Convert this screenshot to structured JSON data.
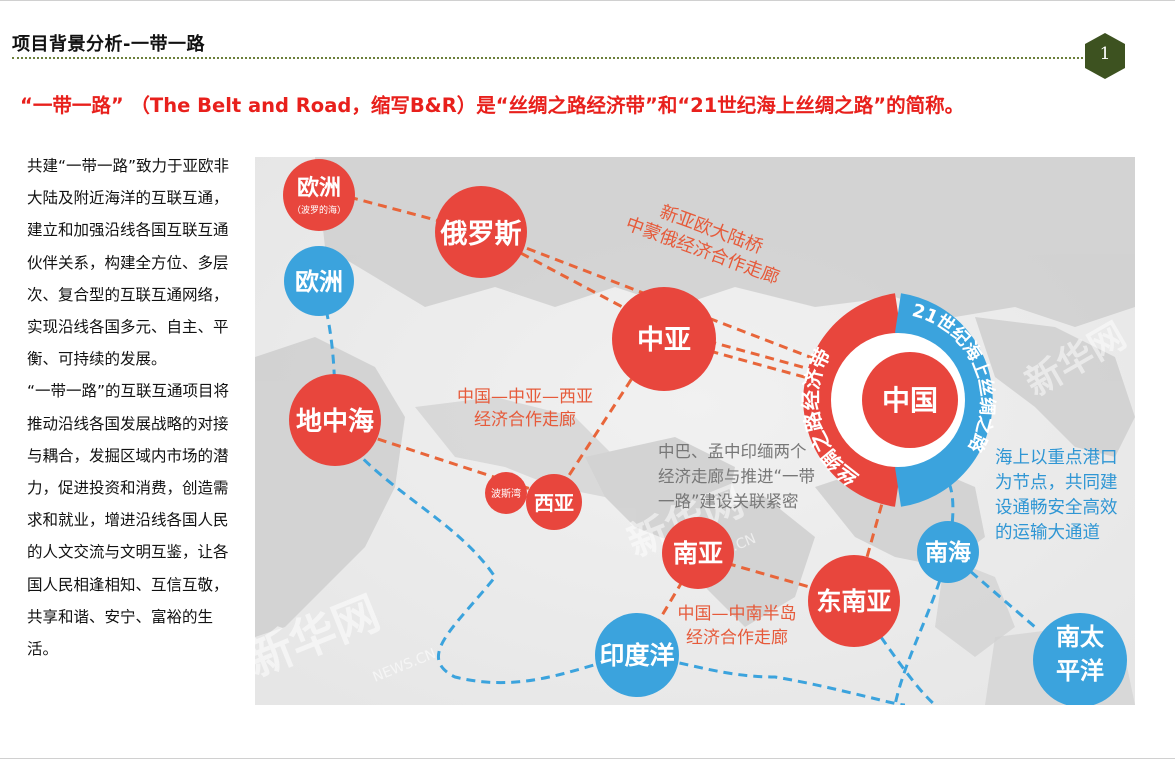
{
  "header": {
    "title": "项目背景分析-一带一路",
    "page_number": "1"
  },
  "subtitle": "“一带一路” （The Belt and Road，缩写B&R）是“丝绸之路经济带”和“21世纪海上丝绸之路”的简称。",
  "body": {
    "paragraph_1": "共建“一带一路”致力于亚欧非大陆及附近海洋的互联互通，建立和加强沿线各国互联互通伙伴关系，构建全方位、多层次、复合型的互联互通网络，实现沿线各国多元、自主、平衡、可持续的发展。",
    "paragraph_2": "“一带一路”的互联互通项目将推动沿线各国发展战略的对接与耦合，发掘区域内市场的潜力，促进投资和消费，创造需求和就业，增进沿线各国人民的人文交流与文明互鉴，让各国人民相逢相知、互信互敬，共享和谐、安宁、富裕的生活。"
  },
  "map": {
    "nodes": {
      "europe_land": "欧洲",
      "europe_land_note": "（波罗的海）",
      "russia": "俄罗斯",
      "europe_sea": "欧洲",
      "central_asia": "中亚",
      "mediterranean": "地中海",
      "persian_gulf": "波斯湾",
      "west_asia": "西亚",
      "south_asia": "南亚",
      "southeast_asia": "东南亚",
      "indian_ocean": "印度洋",
      "south_china_sea": "南海",
      "south_pacific": "南太平洋",
      "china": "中国"
    },
    "ring": {
      "land_route": "丝绸之路经济带",
      "sea_route": "21世纪海上丝绸之路"
    },
    "annotations": {
      "new_eurasia_line1": "新亚欧大陆桥",
      "new_eurasia_line2": "中蒙俄经济合作走廊",
      "china_central_west_line1": "中国—中亚—西亚",
      "china_central_west_line2": "经济合作走廊",
      "cpec_line1": "中巴、孟中印缅两个",
      "cpec_line2": "经济走廊与推进“一带",
      "cpec_line3": "一路”建设关联紧密",
      "indochina_line1": "中国—中南半岛",
      "indochina_line2": "经济合作走廊",
      "maritime_line1": "海上以重点港口",
      "maritime_line2": "为节点，共同建",
      "maritime_line3": "设通畅安全高效",
      "maritime_line4": "的运输大通道"
    },
    "watermarks": [
      "新华网",
      "NEWS.CN"
    ],
    "colors": {
      "land": "#e8463d",
      "sea": "#3ba3dd",
      "land_route": "#e8653a",
      "annotation": "#e65a3a",
      "annotation_blue": "#2f96d4",
      "annotation_gray": "#777777"
    }
  }
}
